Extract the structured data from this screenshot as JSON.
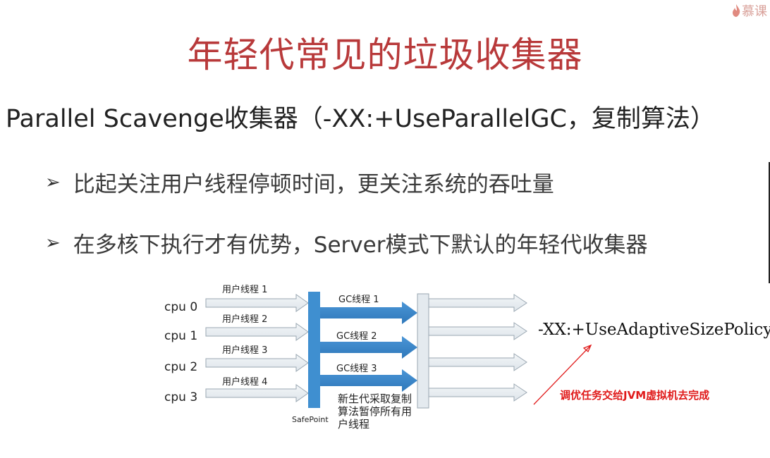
{
  "logo_text": "慕课",
  "title": "年轻代常见的垃圾收集器",
  "subtitle": "Parallel Scavenge收集器（-XX:+UseParallelGC，复制算法）",
  "bullets": [
    {
      "marker": "➢",
      "text": "比起关注用户线程停顿时间，更关注系统的吞吐量"
    },
    {
      "marker": "➢",
      "text": "在多核下执行才有优势，Server模式下默认的年轻代收集器"
    }
  ],
  "diagram": {
    "cpus": [
      "cpu 0",
      "cpu 1",
      "cpu 2",
      "cpu 3"
    ],
    "user_threads": [
      "用户线程 1",
      "用户线程 2",
      "用户线程 3",
      "用户线程 4"
    ],
    "gc_threads": [
      "GC线程 1",
      "GC线程 2",
      "GC线程 3"
    ],
    "safepoint_label": "SafePoint",
    "gc_description": "新生代采取复制算法暂停所有用户线程",
    "policy_text": "-XX:+UseAdaptiveSizePolicy",
    "annotation": "调优任务交给JVM虚拟机去完成",
    "colors": {
      "gc_arrow": "#3a86c8",
      "bar": "#3f8fd0",
      "light_arrow": "#e9eef2",
      "annotation": "#e01a1a"
    }
  }
}
